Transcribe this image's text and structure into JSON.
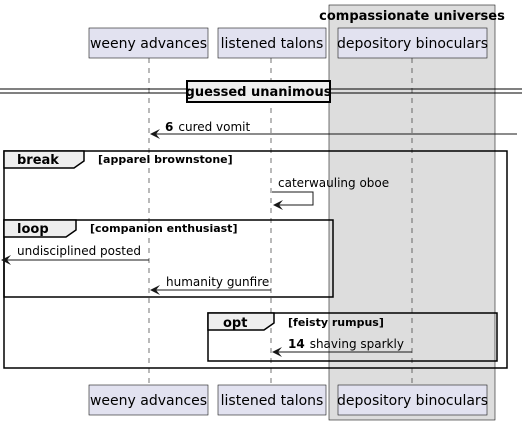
{
  "box_group": {
    "title": "compassionate universes"
  },
  "participants": [
    {
      "name": "weeny advances"
    },
    {
      "name": "listened talons"
    },
    {
      "name": "depository binoculars"
    }
  ],
  "divider": {
    "label": "guessed unanimous"
  },
  "messages": [
    {
      "number": "6",
      "text": "cured vomit"
    },
    {
      "number": "",
      "text": "caterwauling oboe"
    },
    {
      "number": "",
      "text": "undisciplined posted"
    },
    {
      "number": "",
      "text": "humanity gunfire"
    },
    {
      "number": "14",
      "text": "shaving sparkly"
    }
  ],
  "frames": [
    {
      "kind": "break",
      "condition": "[apparel brownstone]"
    },
    {
      "kind": "loop",
      "condition": "[companion enthusiast]"
    },
    {
      "kind": "opt",
      "condition": "[feisty rumpus]"
    }
  ]
}
